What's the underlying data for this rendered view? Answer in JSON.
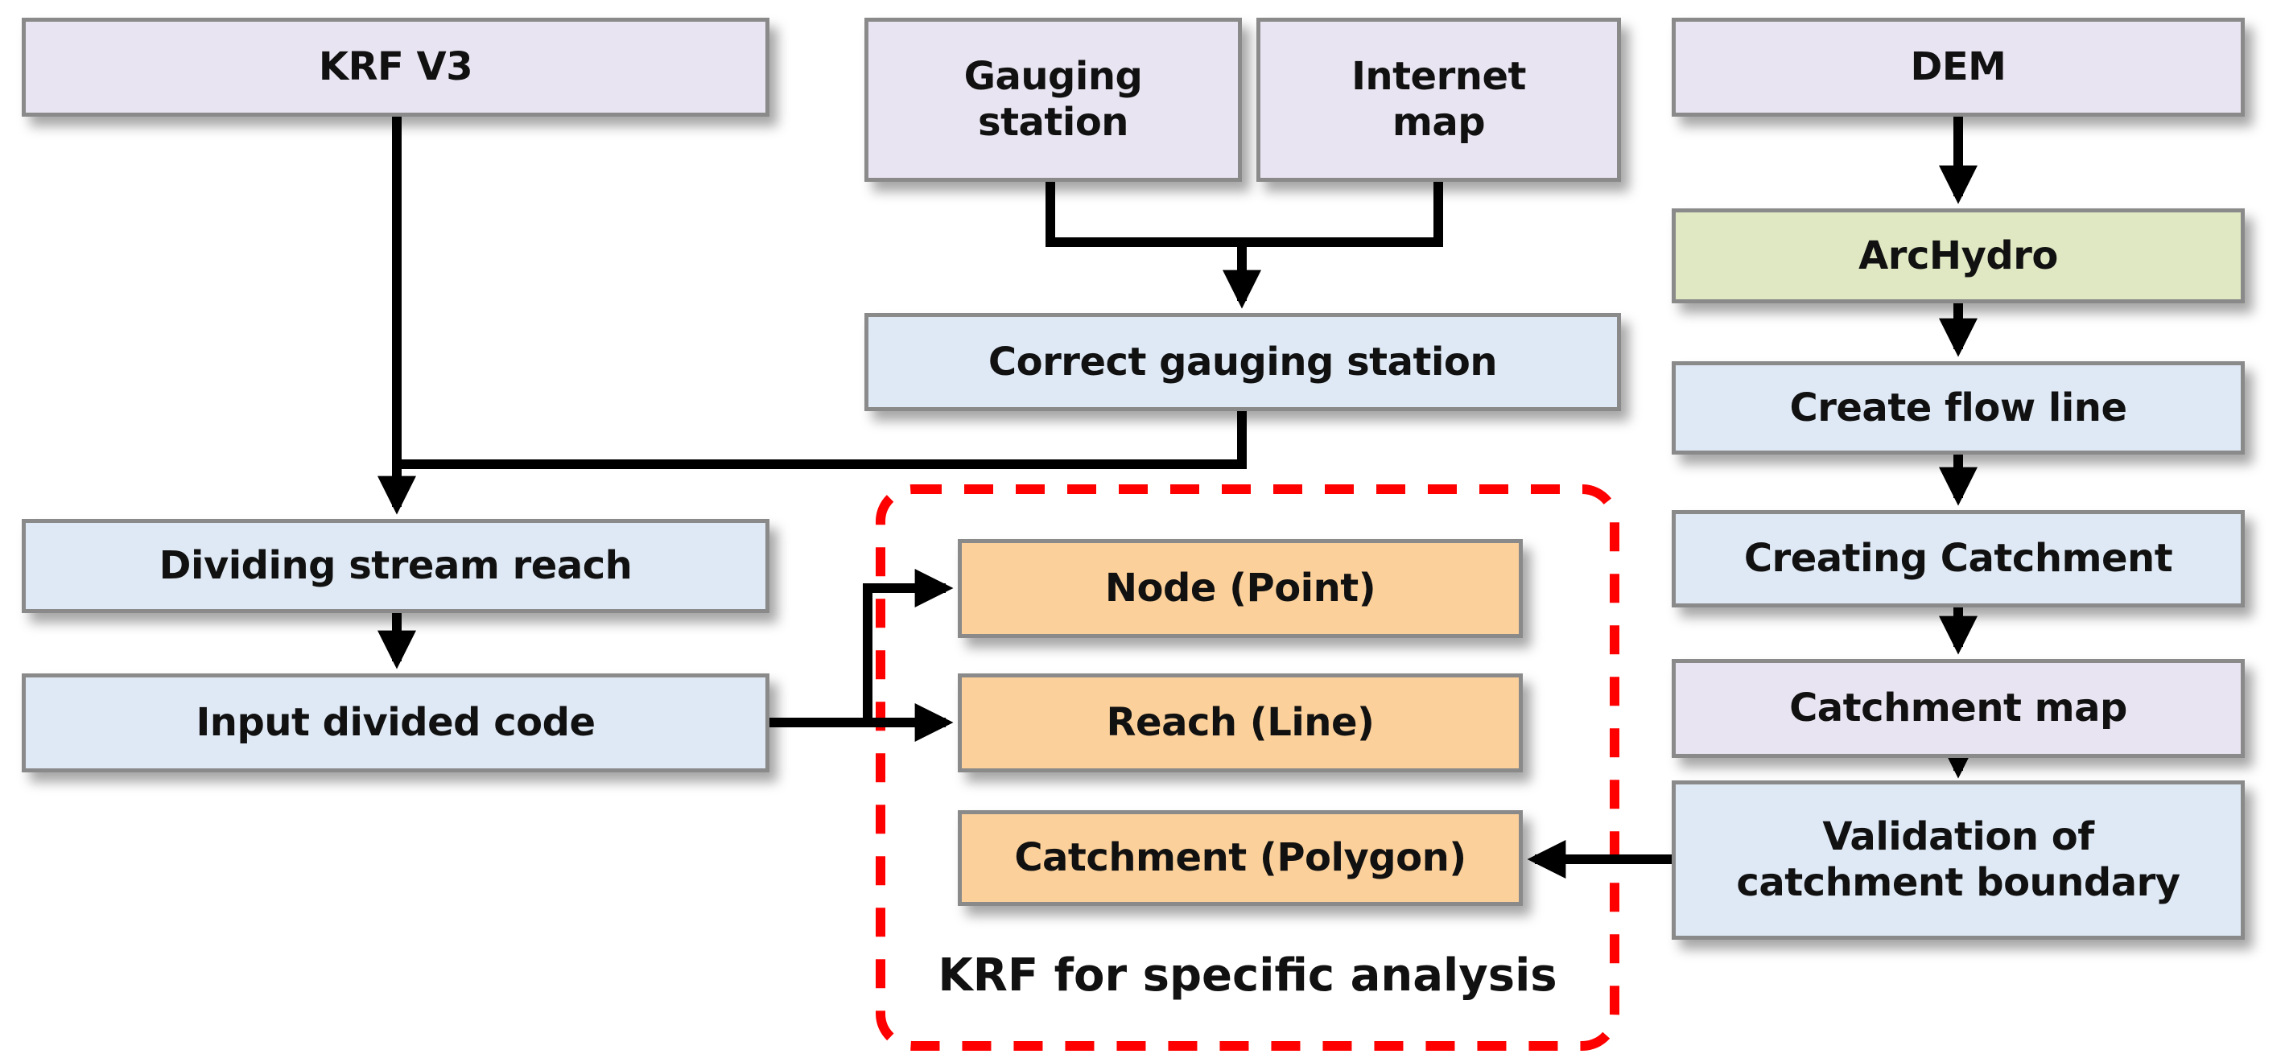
{
  "diagram": {
    "nodes": {
      "krf_v3": "KRF V3",
      "gauging_station": "Gauging station",
      "internet_map": "Internet map",
      "dem": "DEM",
      "correct_gauging_station": "Correct gauging station",
      "archydro": "ArcHydro",
      "create_flow_line": "Create flow line",
      "creating_catchment": "Creating Catchment",
      "catchment_map": "Catchment map",
      "validation": "Validation of catchment boundary",
      "dividing_stream_reach": "Dividing stream reach",
      "input_divided_code": "Input divided code",
      "node_point": "Node (Point)",
      "reach_line": "Reach (Line)",
      "catchment_polygon": "Catchment (Polygon)"
    },
    "group_label": "KRF for specific analysis",
    "edges": [
      {
        "from": "KRF V3",
        "to": "Dividing stream reach"
      },
      {
        "from": "Gauging station",
        "to": "Correct gauging station"
      },
      {
        "from": "Internet map",
        "to": "Correct gauging station"
      },
      {
        "from": "Correct gauging station",
        "to": "Dividing stream reach"
      },
      {
        "from": "Dividing stream reach",
        "to": "Input divided code"
      },
      {
        "from": "Input divided code",
        "to": "Node (Point)"
      },
      {
        "from": "Input divided code",
        "to": "Reach (Line)"
      },
      {
        "from": "DEM",
        "to": "ArcHydro"
      },
      {
        "from": "ArcHydro",
        "to": "Create flow line"
      },
      {
        "from": "Create flow line",
        "to": "Creating Catchment"
      },
      {
        "from": "Creating Catchment",
        "to": "Catchment map"
      },
      {
        "from": "Catchment map",
        "to": "Validation of catchment boundary"
      },
      {
        "from": "Validation of catchment boundary",
        "to": "Catchment (Polygon)"
      }
    ],
    "colors": {
      "input_fill": "#e9e4f1",
      "process_fill": "#dfe9f5",
      "tool_fill": "#dfe8c2",
      "output_fill": "#fbd09a",
      "group_border": "#ff0000",
      "connector": "#000000"
    }
  }
}
